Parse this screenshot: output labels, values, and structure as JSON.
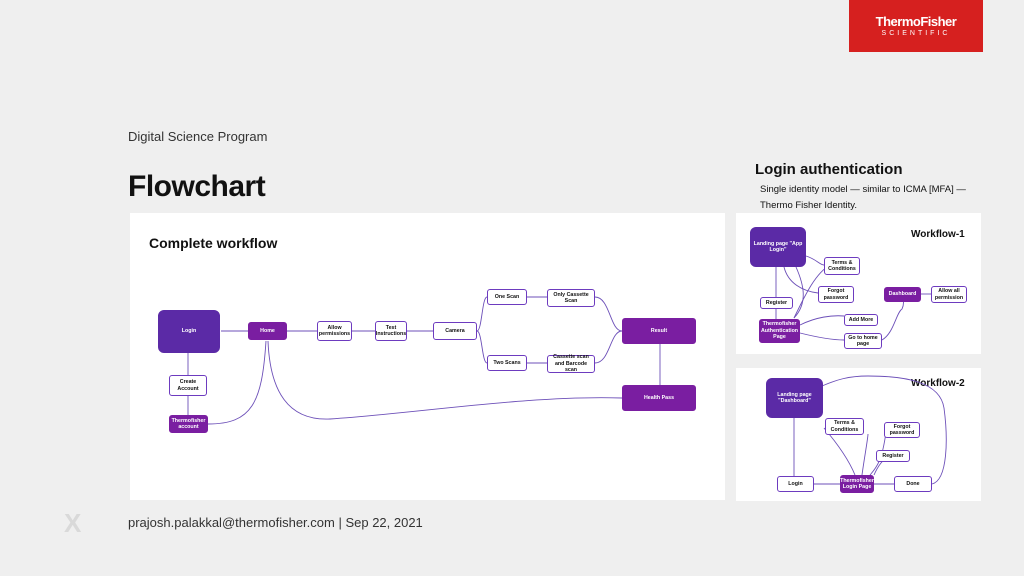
{
  "brand": {
    "line1": "ThermoFisher",
    "line2": "SCIENTIFIC"
  },
  "program": "Digital Science Program",
  "page_title": "Flowchart",
  "auth": {
    "title": "Login authentication",
    "description": "Single identity model — similar to ICMA [MFA] — Thermo Fisher Identity."
  },
  "main": {
    "title": "Complete workflow",
    "nodes": {
      "login": "Login",
      "home": "Home",
      "allow": "Allow permissions",
      "test": "Test Instructions",
      "camera": "Camera",
      "one_scan": "One Scan",
      "two_scans": "Two Scans",
      "only_cassette": "Only Cassette Scan",
      "cassette_barcode": "Cassette scan and Barcode scan",
      "result": "Result",
      "health_pass": "Health Pass",
      "create_account": "Create Account",
      "tf_account": "Thermofisher account"
    }
  },
  "wf1": {
    "title": "Workflow-1",
    "nodes": {
      "landing": "Landing page \"App Login\"",
      "terms": "Terms & Conditions",
      "forgot": "Forgot password",
      "register": "Register",
      "auth_page": "Thermofisher Authentication Page",
      "add_more": "Add More",
      "go_home": "Go to home page",
      "dashboard": "Dashboard",
      "allow_all": "Allow all permission"
    }
  },
  "wf2": {
    "title": "Workflow-2",
    "nodes": {
      "landing": "Landing page \"Dashboard\"",
      "terms": "Terms & Conditions",
      "forgot": "Forgot password",
      "register": "Register",
      "login": "Login",
      "login_page": "Thermofisher Login Page",
      "done": "Done"
    }
  },
  "footer": "prajosh.palakkal@thermofisher.com | Sep 22, 2021",
  "footer_mark": "X",
  "colors": {
    "brand_red": "#d6201f",
    "node_dark": "#5b2aa6",
    "node_magenta": "#7a1ea1",
    "edge": "#6c4fb8"
  }
}
